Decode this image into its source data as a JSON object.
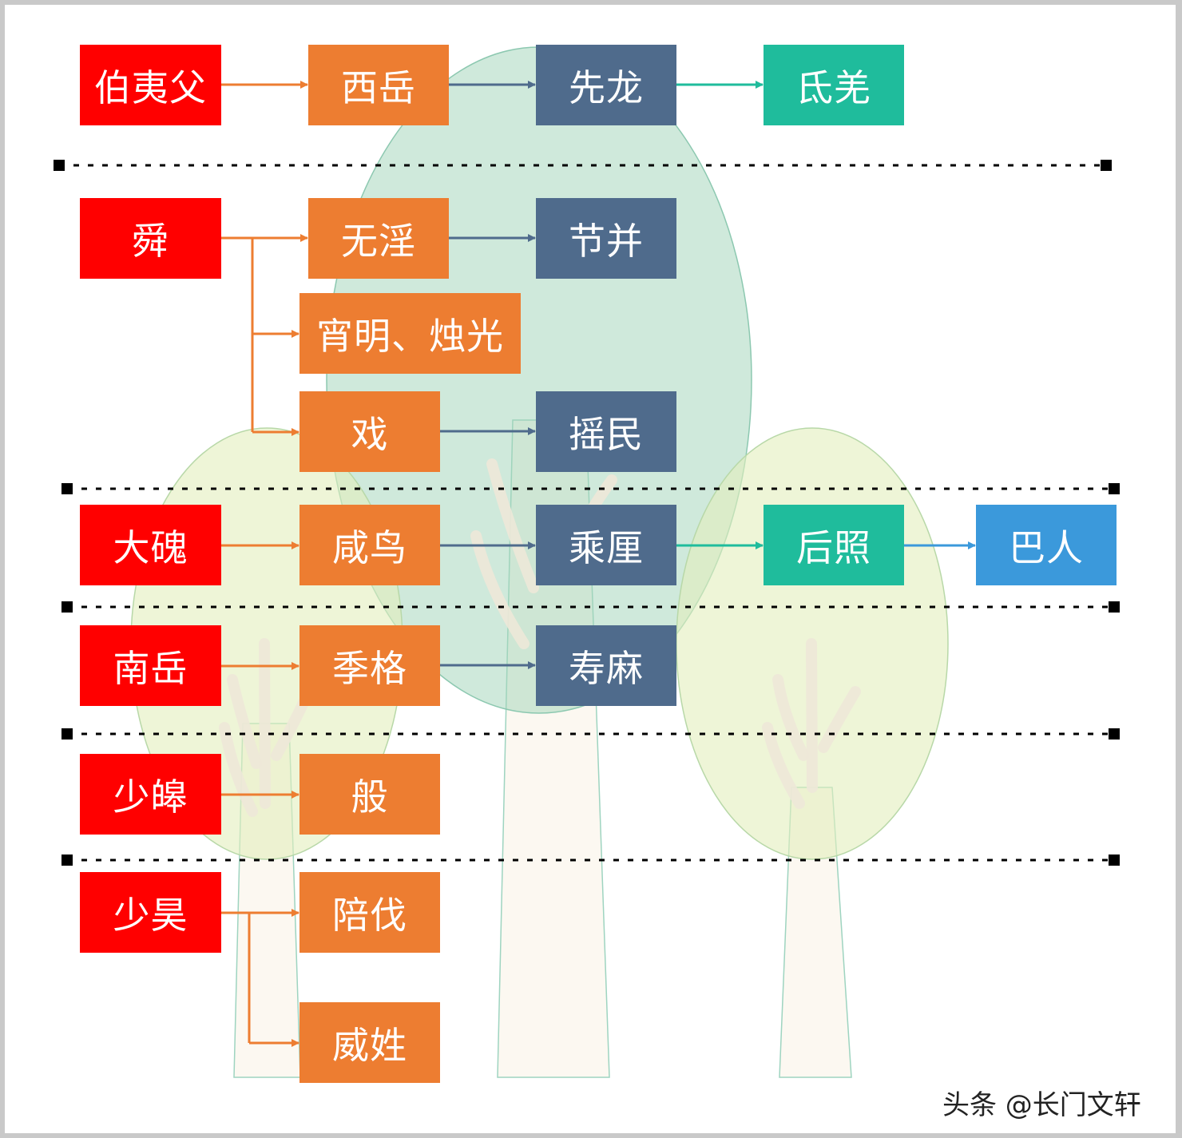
{
  "nodes": {
    "boyifu": "伯夷父",
    "xiyue": "西岳",
    "xianlong": "先龙",
    "diqiang": "氐羌",
    "shun": "舜",
    "wuyin": "无淫",
    "jiebing": "节并",
    "xiaoming_zhuguang": "宵明、烛光",
    "xi": "戏",
    "yaomin": "摇民",
    "dahui": "大磈",
    "xianniao": "咸鸟",
    "chengli": "乘厘",
    "houzhao": "后照",
    "baren": "巴人",
    "nanyue": "南岳",
    "jige": "季格",
    "shouma": "寿麻",
    "shaohao_a": "少皞",
    "ban": "般",
    "shaohao_b": "少昊",
    "peifa": "陪伐",
    "weixing": "威姓"
  },
  "watermark": "头条 @长门文轩",
  "colors": {
    "root": "#ff0000",
    "generation_1": "#ed7d31",
    "generation_2": "#4f6b8c",
    "generation_3": "#1fbc9c",
    "generation_4": "#3b99db"
  }
}
